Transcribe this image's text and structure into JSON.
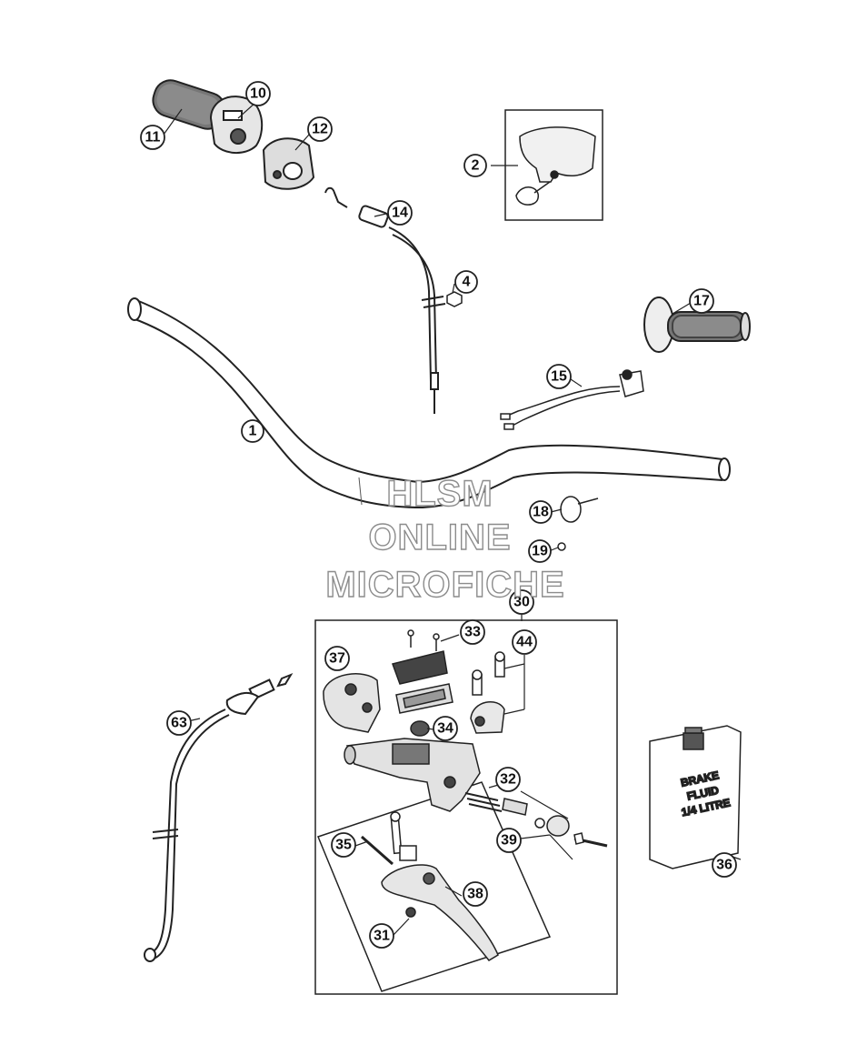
{
  "callouts": [
    {
      "id": "c1",
      "label": "1"
    },
    {
      "id": "c2",
      "label": "2"
    },
    {
      "id": "c4",
      "label": "4"
    },
    {
      "id": "c10",
      "label": "10"
    },
    {
      "id": "c11",
      "label": "11"
    },
    {
      "id": "c12",
      "label": "12"
    },
    {
      "id": "c14",
      "label": "14"
    },
    {
      "id": "c15",
      "label": "15"
    },
    {
      "id": "c17",
      "label": "17"
    },
    {
      "id": "c18",
      "label": "18"
    },
    {
      "id": "c19",
      "label": "19"
    },
    {
      "id": "c30",
      "label": "30"
    },
    {
      "id": "c31",
      "label": "31"
    },
    {
      "id": "c32",
      "label": "32"
    },
    {
      "id": "c33",
      "label": "33"
    },
    {
      "id": "c34",
      "label": "34"
    },
    {
      "id": "c35",
      "label": "35"
    },
    {
      "id": "c36",
      "label": "36"
    },
    {
      "id": "c37",
      "label": "37"
    },
    {
      "id": "c38",
      "label": "38"
    },
    {
      "id": "c39",
      "label": "39"
    },
    {
      "id": "c44",
      "label": "44"
    },
    {
      "id": "c63",
      "label": "63"
    }
  ],
  "watermark": {
    "line1": "HLSM",
    "line2": "ONLINE",
    "line3": "MICROFICHE"
  },
  "brake_fluid_bottle": {
    "line1": "BRAKE",
    "line2": "FLUID",
    "line3": "1/4 LITRE"
  }
}
